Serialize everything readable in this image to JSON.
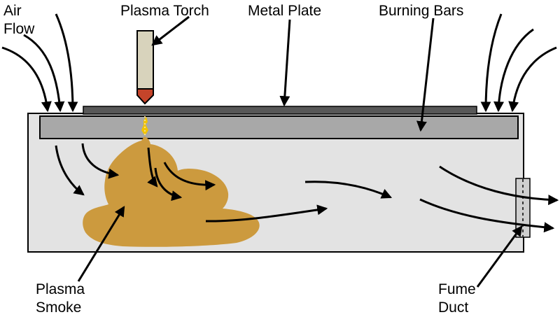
{
  "labels": {
    "air_flow": [
      "Air",
      "Flow"
    ],
    "plasma_torch": "Plasma Torch",
    "metal_plate": "Metal Plate",
    "burning_bars": "Burning Bars",
    "plasma_smoke": [
      "Plasma",
      "Smoke"
    ],
    "fume_duct": [
      "Fume",
      "Duct"
    ]
  },
  "colors": {
    "table": "#e3e3e3",
    "burning_bars": "#a8a8a8",
    "metal_plate": "#585858",
    "smoke": "#cc9a3e",
    "torch_body": "#d8d3bc",
    "torch_tip": "#c4442a",
    "spark": "#f2c400",
    "duct": "#cfcfcf",
    "outline": "#000000"
  }
}
